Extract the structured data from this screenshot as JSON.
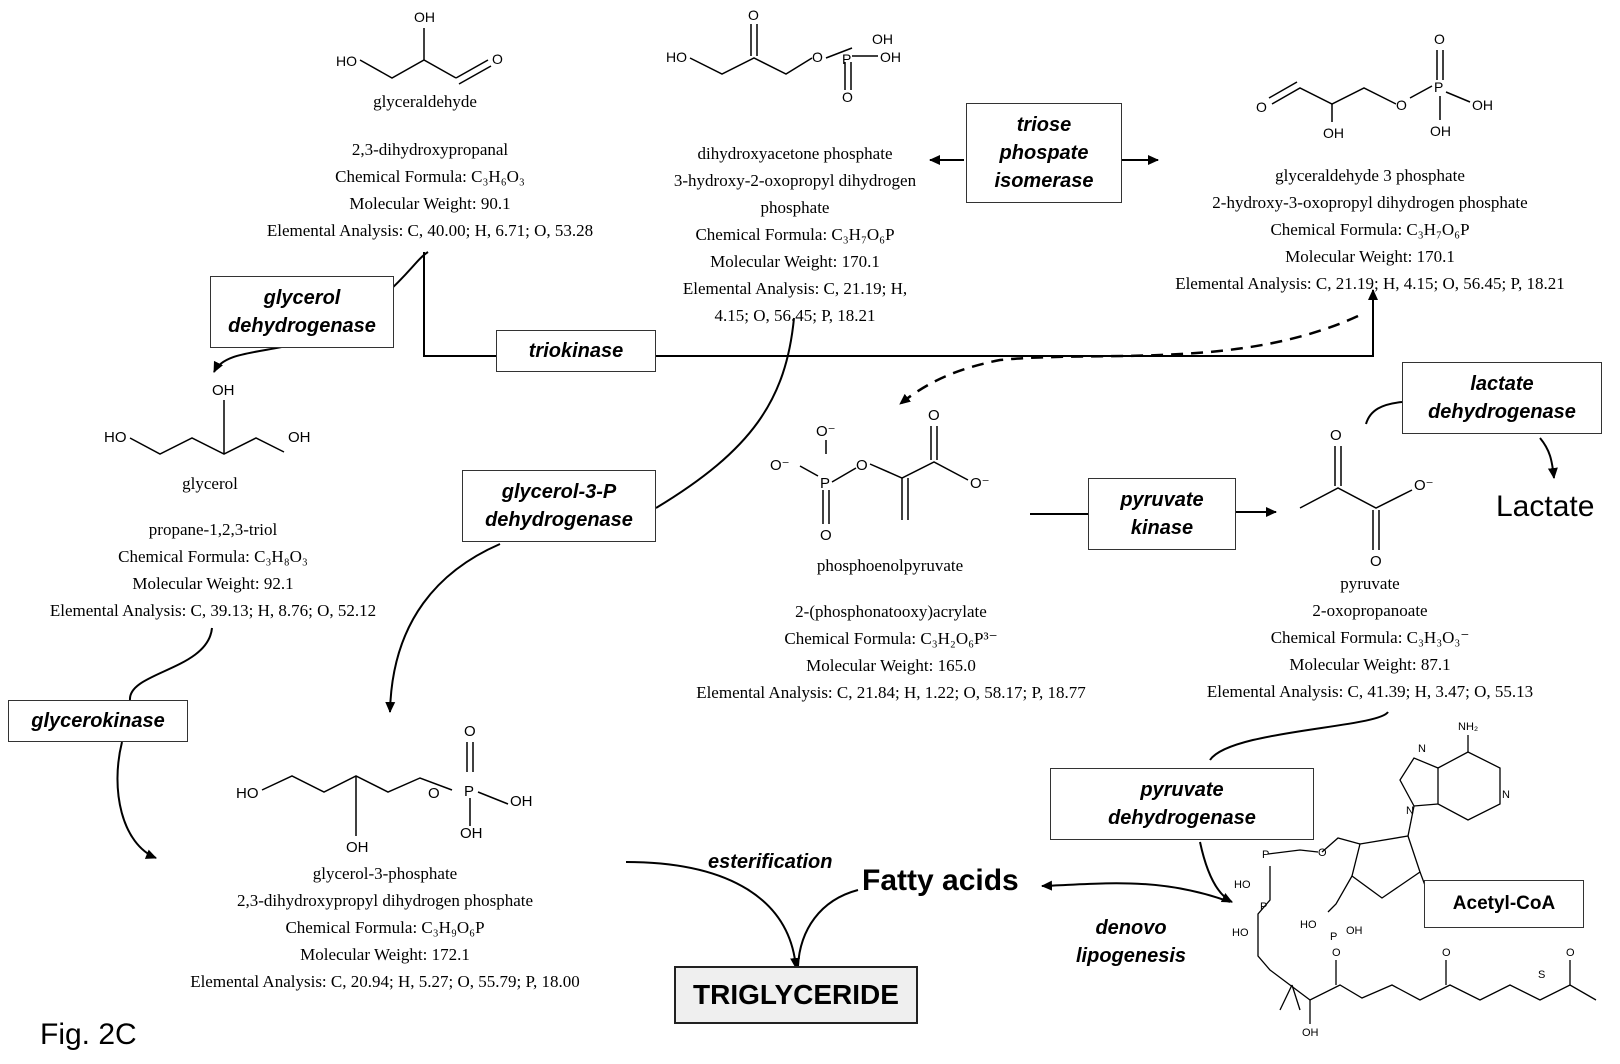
{
  "figure_label": "Fig. 2C",
  "compounds": {
    "glyceraldehyde": {
      "name": "glyceraldehyde",
      "lines": [
        "2,3-dihydroxypropanal",
        "Chemical Formula: C₃H₆O₃",
        "Molecular Weight: 90.1",
        "Elemental Analysis: C, 40.00; H, 6.71; O, 53.28"
      ]
    },
    "dhap": {
      "lines": [
        "dihydroxyacetone phosphate",
        "3-hydroxy-2-oxopropyl dihydrogen",
        "phosphate",
        "Chemical Formula: C₃H₇O₆P",
        "Molecular Weight: 170.1",
        "Elemental Analysis: C, 21.19; H,",
        "4.15; O, 56.45; P, 18.21"
      ]
    },
    "g3p_ald": {
      "lines": [
        "glyceraldehyde 3 phosphate",
        "2-hydroxy-3-oxopropyl dihydrogen phosphate",
        "Chemical Formula: C₃H₇O₆P",
        "Molecular Weight: 170.1",
        "Elemental Analysis: C, 21.19; H, 4.15; O, 56.45; P, 18.21"
      ]
    },
    "glycerol": {
      "name": "glycerol",
      "lines": [
        "propane-1,2,3-triol",
        "Chemical Formula: C₃H₈O₃",
        "Molecular Weight: 92.1",
        "Elemental Analysis: C, 39.13; H, 8.76; O, 52.12"
      ]
    },
    "pep": {
      "name": "phosphoenolpyruvate",
      "lines": [
        "2-(phosphonatooxy)acrylate",
        "Chemical Formula: C₃H₂O₆P³⁻",
        "Molecular Weight: 165.0",
        "Elemental Analysis: C, 21.84; H, 1.22; O, 58.17; P, 18.77"
      ]
    },
    "pyruvate": {
      "lines": [
        "pyruvate",
        "2-oxopropanoate",
        "Chemical Formula: C₃H₃O₃⁻",
        "Molecular Weight: 87.1",
        "Elemental Analysis: C, 41.39; H, 3.47; O, 55.13"
      ]
    },
    "glycerol3p": {
      "lines": [
        "glycerol-3-phosphate",
        "2,3-dihydroxypropyl dihydrogen phosphate",
        "Chemical Formula: C₃H₉O₆P",
        "Molecular Weight: 172.1",
        "Elemental Analysis: C, 20.94; H, 5.27; O, 55.79; P, 18.00"
      ]
    }
  },
  "enzymes": {
    "triose": [
      "triose",
      "phospate",
      "isomerase"
    ],
    "glycerol_dh": [
      "glycerol",
      "dehydrogenase"
    ],
    "triokinase": "triokinase",
    "g3p_dh": [
      "glycerol-3-P",
      "dehydrogenase"
    ],
    "lactate_dh": [
      "lactate",
      "dehydrogenase"
    ],
    "pyruvate_kinase": [
      "pyruvate",
      "kinase"
    ],
    "glycerokinase": "glycerokinase",
    "pyruvate_dh": [
      "pyruvate",
      "dehydrogenase"
    ]
  },
  "labels": {
    "lactate": "Lactate",
    "fatty_acids": "Fatty acids",
    "esterification": "esterification",
    "denovo": [
      "denovo",
      "lipogenesis"
    ],
    "triglyceride": "TRIGLYCERIDE",
    "acetyl_coa": "Acetyl-CoA"
  },
  "atoms": {
    "OH": "OH",
    "HO": "HO",
    "O": "O",
    "P": "P",
    "Om": "O⁻",
    "NH2": "NH₂",
    "N": "N",
    "S": "S"
  }
}
